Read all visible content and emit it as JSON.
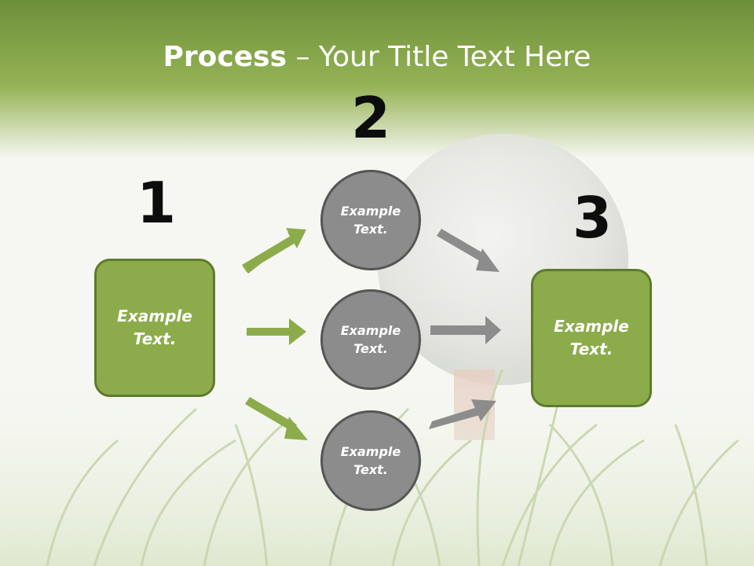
{
  "slide": {
    "title_bold": "Process",
    "title_rest": " – Your Title Text Here",
    "colors": {
      "header_green": "#7f9f45",
      "box_green": "#8cac4c",
      "circle_gray": "#8c8c8c",
      "arrow_green": "#8cac4c",
      "arrow_gray": "#8c8c8c"
    }
  },
  "steps": [
    {
      "number": "1",
      "text": "Example\nText."
    },
    {
      "number": "2",
      "items": [
        {
          "text": "Example\nText."
        },
        {
          "text": "Example\nText."
        },
        {
          "text": "Example\nText."
        }
      ]
    },
    {
      "number": "3",
      "text": "Example\nText."
    }
  ],
  "background": {
    "subject": "golf-ball-on-tee-in-grass"
  }
}
